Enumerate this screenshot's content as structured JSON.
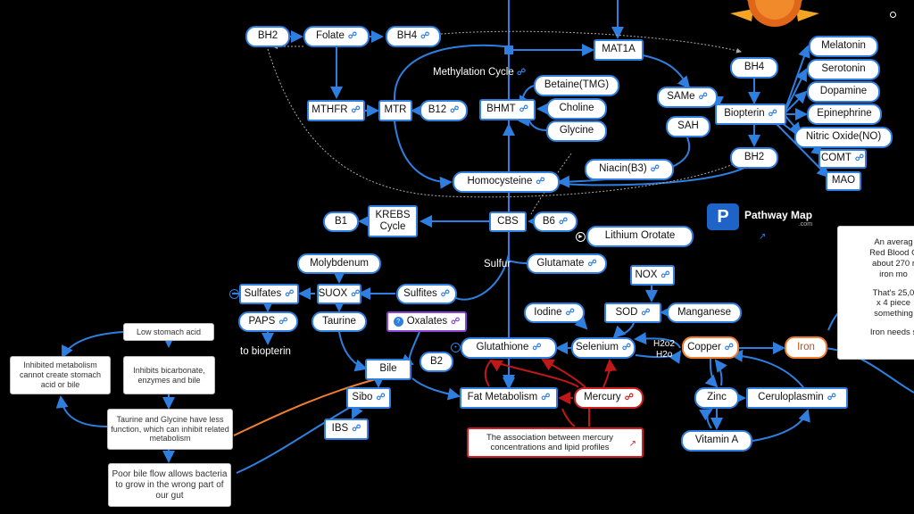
{
  "nodes": {
    "bh2_top": "BH2",
    "folate": "Folate",
    "bh4_top": "BH4",
    "mat1a": "MAT1A",
    "methylation_cycle": "Methylation Cycle",
    "mthfr": "MTHFR",
    "mtr": "MTR",
    "b12": "B12",
    "bhmt": "BHMT",
    "betaine": "Betaine(TMG)",
    "choline": "Choline",
    "glycine": "Glycine",
    "homocysteine": "Homocysteine",
    "niacin": "Niacin(B3)",
    "bh4_right": "BH4",
    "same": "SAMe",
    "sah": "SAH",
    "biopterin": "Biopterin",
    "bh2_right": "BH2",
    "melatonin": "Melatonin",
    "serotonin": "Serotonin",
    "dopamine": "Dopamine",
    "epinephrine": "Epinephrine",
    "nitric_oxide": "Nitric Oxide(NO)",
    "comt": "COMT",
    "mao": "MAO",
    "b1": "B1",
    "krebs": "KREBS Cycle",
    "cbs": "CBS",
    "b6": "B6",
    "lithium_orotate": "Lithium Orotate",
    "sulfur": "Sulfur",
    "glutamate": "Glutamate",
    "molybdenum": "Molybdenum",
    "suox": "SUOX",
    "sulfites": "Sulfites",
    "sulfates": "Sulfates",
    "paps": "PAPS",
    "to_biopterin": "to biopterin",
    "taurine": "Taurine",
    "oxalates": "Oxalates",
    "nox": "NOX",
    "iodine": "Iodine",
    "sod": "SOD",
    "manganese": "Manganese",
    "glutathione": "Glutathione",
    "b2": "B2",
    "selenium": "Selenium",
    "h2o2": "H2o2",
    "h2o": "H2o",
    "copper": "Copper",
    "iron": "Iron",
    "bile": "Bile",
    "sibo": "Sibo",
    "ibs": "IBS",
    "fat_metabolism": "Fat Metabolism",
    "mercury": "Mercury",
    "zinc": "Zinc",
    "ceruloplasmin": "Ceruloplasmin",
    "vitamin_a": "Vitamin A"
  },
  "notes": {
    "low_stomach_acid": "Low stomach acid",
    "inhibited_metabolism": "Inhibited metabolism cannot create stomach acid or bile",
    "inhibits_bicarbonate": "Inhibits bicarbonate, enzymes and bile",
    "taurine_glycine": "Taurine and Glycine have less function, which can inhibit related metabolism",
    "poor_bile_flow": "Poor bile flow allows bacteria to grow in the wrong part of our gut",
    "mercury_reference": "The association between mercury concentrations and lipid profiles"
  },
  "iron_panel": [
    "An averag",
    "Red Blood C",
    "about 270 r",
    "iron mo",
    "That's 25,0",
    "x 4 piece",
    "something",
    "Iron needs s"
  ],
  "logo": {
    "name": "Pathway Map",
    "sub": ".com",
    "mark": "P"
  },
  "icons": {
    "share": "share-icon",
    "external": "external-link-icon",
    "question": "question-icon"
  },
  "colors": {
    "default_border": "#2f7fe0",
    "highlight": "#f08030",
    "warning": "#d02020",
    "special": "#8a44d8"
  }
}
